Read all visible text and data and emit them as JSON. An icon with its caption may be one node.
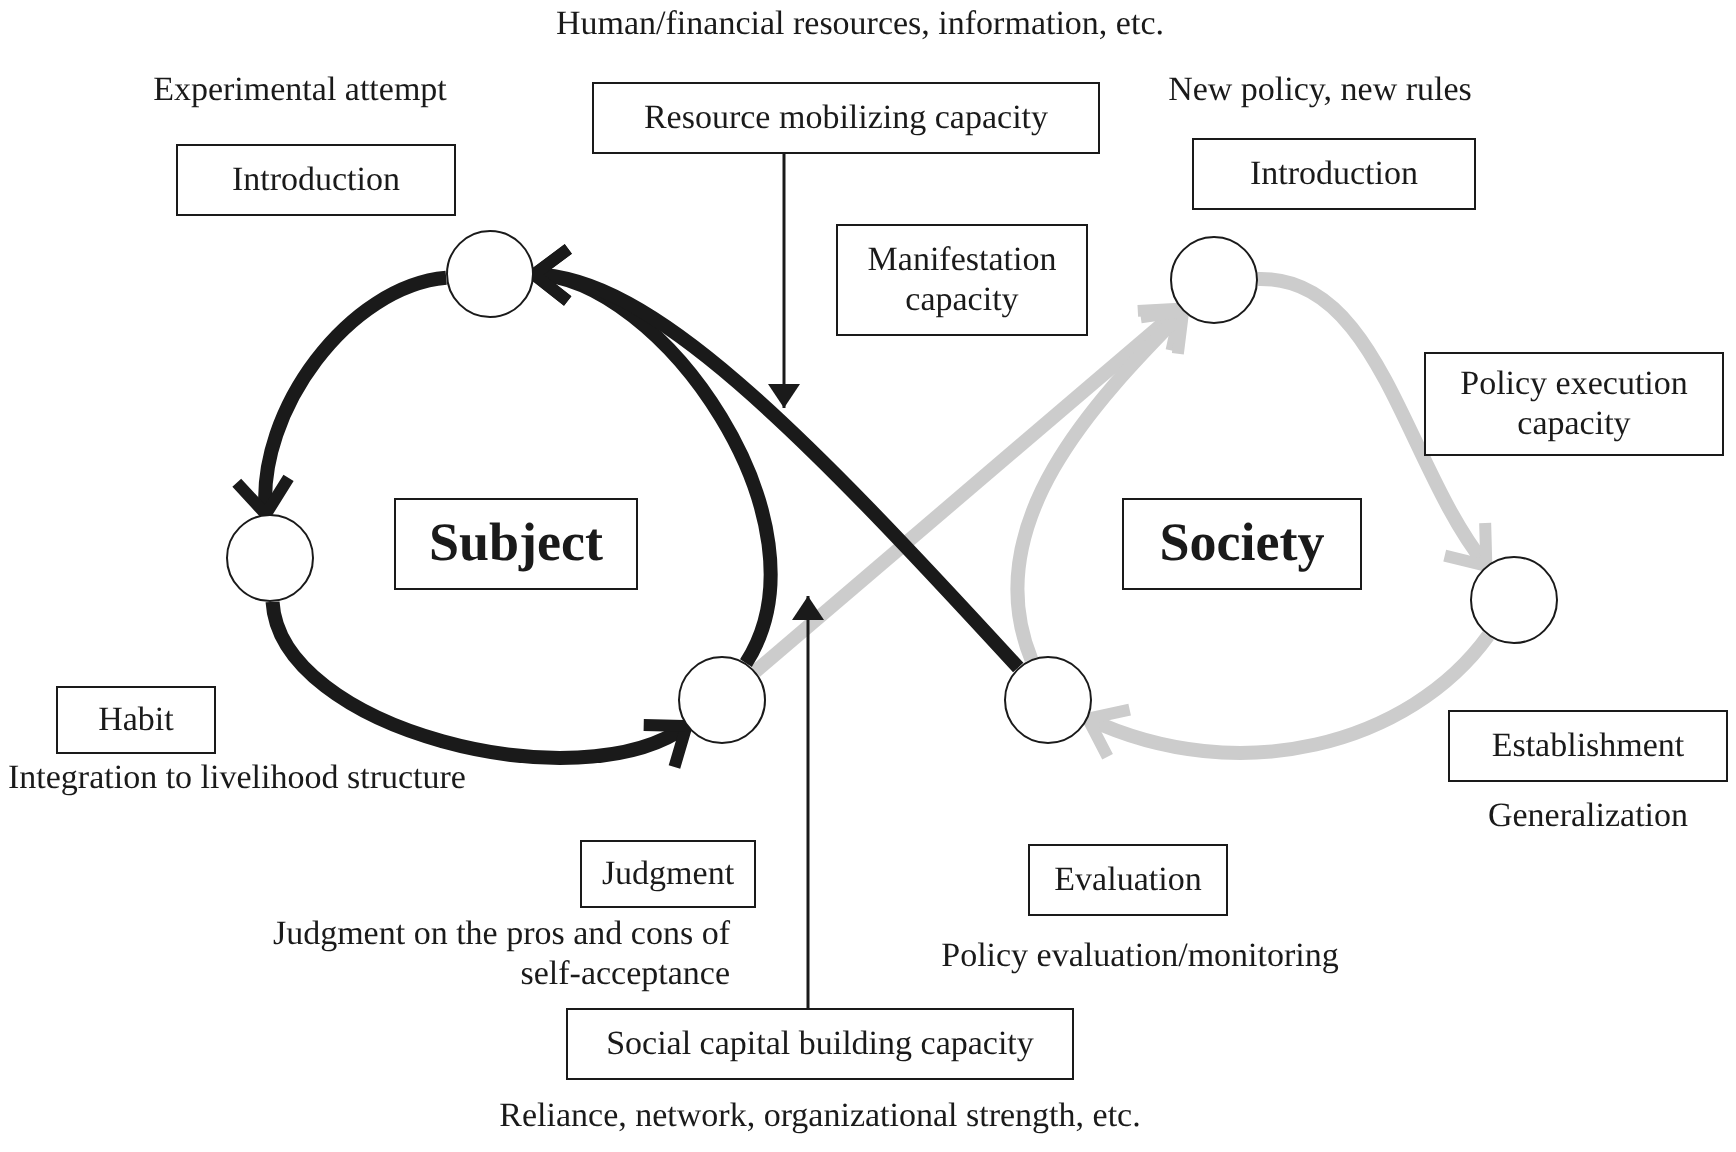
{
  "diagram": {
    "nodes": [
      {
        "text": [
          "Resource mobilizing capacity"
        ],
        "beside": [
          "Human/financial resources, information, etc."
        ]
      },
      {
        "text": [
          "Introduction"
        ],
        "beside": [
          "Experimental attempt"
        ]
      },
      {
        "text": [
          "Introduction"
        ],
        "beside": [
          "New policy, new rules"
        ]
      },
      {
        "text": [],
        "shape": "circle"
      },
      {
        "text": [],
        "shape": "circle"
      },
      {
        "text": [
          "Manifestation capacity"
        ]
      },
      {
        "text": [
          "Policy execution capacity"
        ]
      },
      {
        "text": [
          "Subject"
        ]
      },
      {
        "text": [
          "Society"
        ]
      },
      {
        "text": [],
        "shape": "circle"
      },
      {
        "text": [],
        "shape": "circle"
      },
      {
        "text": [],
        "shape": "circle"
      },
      {
        "text": [],
        "shape": "circle"
      },
      {
        "text": [
          "Habit"
        ],
        "beside": [
          "Integration to livelihood structure"
        ]
      },
      {
        "text": [
          "Establishment"
        ],
        "beside": [
          "Generalization"
        ]
      },
      {
        "text": [
          "Judgment"
        ],
        "beside": [
          "Judgment on the pros and cons of self-acceptance"
        ]
      },
      {
        "text": [
          "Evaluation"
        ],
        "beside": [
          "Policy evaluation/monitoring"
        ]
      },
      {
        "text": [
          "Social capital building capacity"
        ],
        "beside": [
          "Reliance, network, organizational strength, etc."
        ]
      }
    ],
    "edges": [
      {
        "from": 3,
        "to": 9,
        "arrow": "to"
      },
      {
        "from": 9,
        "to": 11,
        "arrow": "to"
      },
      {
        "from": 11,
        "to": 3,
        "arrow": "to"
      },
      {
        "from": 12,
        "to": 3,
        "arrow": "to"
      },
      {
        "from": 11,
        "to": 4,
        "arrow": "to",
        "color": "#cccccc"
      },
      {
        "from": 4,
        "to": 10,
        "arrow": "to",
        "color": "#cccccc"
      },
      {
        "from": 10,
        "to": 12,
        "arrow": "to",
        "color": "#cccccc"
      },
      {
        "from": 12,
        "to": 4,
        "arrow": "to",
        "color": "#cccccc"
      },
      {
        "from": 0,
        "to": null,
        "arrow": "to"
      },
      {
        "from": 17,
        "to": null,
        "arrow": "to"
      }
    ]
  }
}
